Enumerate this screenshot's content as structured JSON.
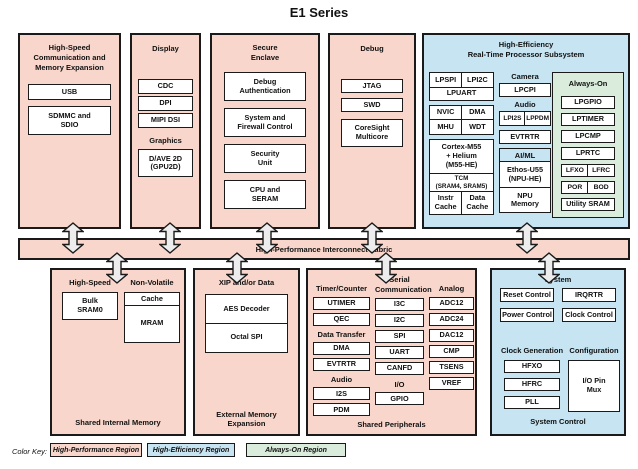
{
  "title": "E1 Series",
  "colors": {
    "high_performance": "#f8d6cb",
    "high_efficiency": "#c6e4f2",
    "always_on": "#daecdb",
    "box_fill": "#ffffff",
    "border": "#1a1a1a",
    "arrow_fill": "#ededed"
  },
  "top": {
    "hs_comm": {
      "header": "High-Speed\nCommunication and\nMemory Expansion",
      "usb": "USB",
      "sdmmc": "SDMMC and\nSDIO"
    },
    "display": {
      "header": "Display",
      "cdc": "CDC",
      "dpi": "DPI",
      "mipi": "MIPI DSI",
      "graphics_header": "Graphics",
      "gpu": "D/AVE 2D\n(GPU2D)"
    },
    "secure": {
      "header": "Secure\nEnclave",
      "debug_auth": "Debug\nAuthentication",
      "sys_firewall": "System and\nFirewall Control",
      "security_unit": "Security\nUnit",
      "cpu_seram": "CPU and\nSERAM"
    },
    "debug": {
      "header": "Debug",
      "jtag": "JTAG",
      "swd": "SWD",
      "coresight": "CoreSight\nMulticore"
    },
    "he": {
      "header": "High-Efficiency\nReal-Time Processor Subsystem",
      "lpspi": "LPSPI",
      "lpi2c": "LPI2C",
      "lpuart": "LPUART",
      "nvic": "NVIC",
      "dma": "DMA",
      "mhu": "MHU",
      "wdt": "WDT",
      "cortex": "Cortex-M55\n+ Helium\n(M55-HE)",
      "tcm": "TCM\n(SRAM4, SRAM5)",
      "instr_cache": "Instr\nCache",
      "data_cache": "Data\nCache",
      "camera_header": "Camera",
      "lpcpi": "LPCPI",
      "audio_header": "Audio",
      "lpi2s": "LPI2S",
      "lppdm": "LPPDM",
      "evtrtr": "EVTRTR",
      "aiml_header": "AI/ML",
      "ethos": "Ethos-U55\n(NPU-HE)",
      "npu_mem": "NPU\nMemory",
      "always_on": {
        "header": "Always-On",
        "lpgpio": "LPGPIO",
        "lptimer": "LPTIMER",
        "lpcmp": "LPCMP",
        "lprtc": "LPRTC",
        "lfxo": "LFXO",
        "lfrc": "LFRC",
        "por": "POR",
        "bod": "BOD",
        "utility": "Utility SRAM"
      }
    }
  },
  "fabric": {
    "label": "High-Performance Interconnect Fabric"
  },
  "bottom": {
    "sim": {
      "hs_header": "High-Speed",
      "bulk": "Bulk\nSRAM0",
      "nv_header": "Non-Volatile",
      "cache": "Cache",
      "mram": "MRAM",
      "footer": "Shared Internal Memory"
    },
    "eme": {
      "header": "XIP and/or Data",
      "aes": "AES Decoder",
      "ospi": "Octal SPI",
      "footer": "External Memory\nExpansion"
    },
    "sp": {
      "tc_header": "Timer/Counter",
      "utimer": "UTIMER",
      "qec": "QEC",
      "dt_header": "Data Transfer",
      "dma": "DMA",
      "evtrtr": "EVTRTR",
      "audio_header": "Audio",
      "i2s": "I2S",
      "pdm": "PDM",
      "sc_header": "Serial\nCommunication",
      "i3c": "I3C",
      "i2c": "I2C",
      "spi": "SPI",
      "uart": "UART",
      "canfd": "CANFD",
      "io_header": "I/O",
      "gpio": "GPIO",
      "an_header": "Analog",
      "adc12": "ADC12",
      "adc24": "ADC24",
      "dac12": "DAC12",
      "cmp": "CMP",
      "tsens": "TSENS",
      "vref": "VREF",
      "footer": "Shared Peripherals"
    },
    "sys": {
      "header": "System",
      "reset": "Reset Control",
      "irqrtr": "IRQRTR",
      "power": "Power Control",
      "clockctl": "Clock Control",
      "cg_header": "Clock Generation",
      "hfxo": "HFXO",
      "hfrc": "HFRC",
      "pll": "PLL",
      "cfg_header": "Configuration",
      "iopin": "I/O Pin\nMux",
      "footer": "System Control"
    }
  },
  "key": {
    "label": "Color Key:",
    "entries": [
      {
        "label": "High-Performance Region"
      },
      {
        "label": "High-Efficiency Region"
      },
      {
        "label": "Always-On Region"
      }
    ]
  }
}
